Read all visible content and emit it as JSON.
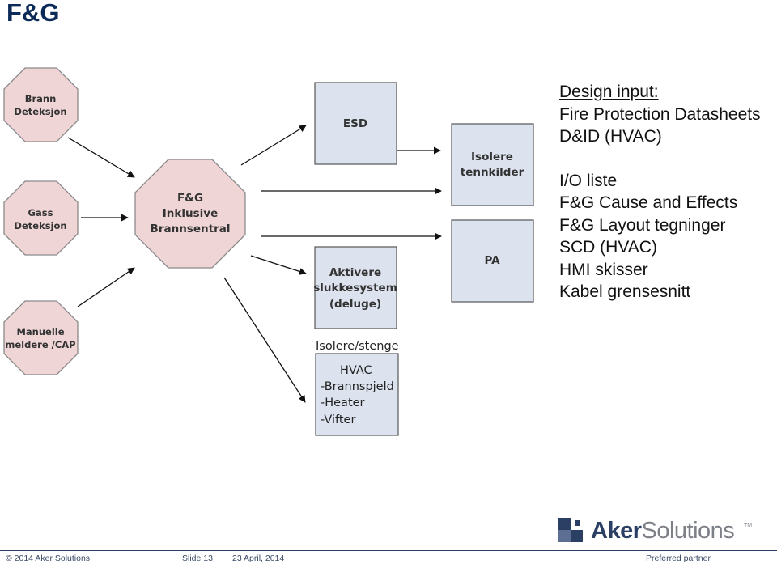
{
  "slide": {
    "title": "F&G"
  },
  "diagram": {
    "detection": {
      "brann": [
        "Brann",
        "Deteksjon"
      ],
      "gass": [
        "Gass",
        "Deteksjon"
      ],
      "manuelle": [
        "Manuelle",
        "meldere /CAP"
      ]
    },
    "central": [
      "F&G",
      "Inklusive",
      "Brannsentral"
    ],
    "esd": "ESD",
    "isolere_tenn": [
      "Isolere",
      "tennkilder"
    ],
    "aktivere": [
      "Aktivere",
      "slukkesystem",
      "(deluge)"
    ],
    "pa": "PA",
    "isolere_stenge": "Isolere/stenge",
    "hvac": [
      "HVAC",
      "-Brannspjeld",
      "-Heater",
      "-Vifter"
    ]
  },
  "info": {
    "heading": "Design input:",
    "group1": [
      "Fire Protection Datasheets",
      "D&ID (HVAC)"
    ],
    "group2": [
      "I/O liste",
      "F&G Cause and Effects",
      "F&G Layout tegninger",
      "SCD (HVAC)",
      "HMI skisser",
      "Kabel grensesnitt"
    ]
  },
  "footer": {
    "copyright": "© 2014 Aker Solutions",
    "slide": "Slide 13",
    "date": "23 April, 2014",
    "partner": "Preferred partner"
  },
  "logo": {
    "aker": "Aker",
    "solutions": "Solutions",
    "tm": "TM"
  },
  "colors": {
    "octagon_fill": "#efd5d5",
    "box_fill": "#dce3ef",
    "title": "#0b2a57",
    "brand": "#2b3e63"
  }
}
